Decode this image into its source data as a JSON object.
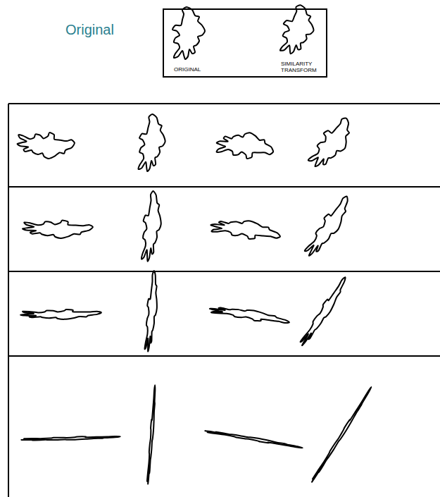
{
  "diagram": {
    "nodes": [
      {
        "text": [
          "ORIGINAL",
          "SIMILARITY TRANSFORM"
        ]
      }
    ],
    "labels": [
      "Original"
    ]
  }
}
